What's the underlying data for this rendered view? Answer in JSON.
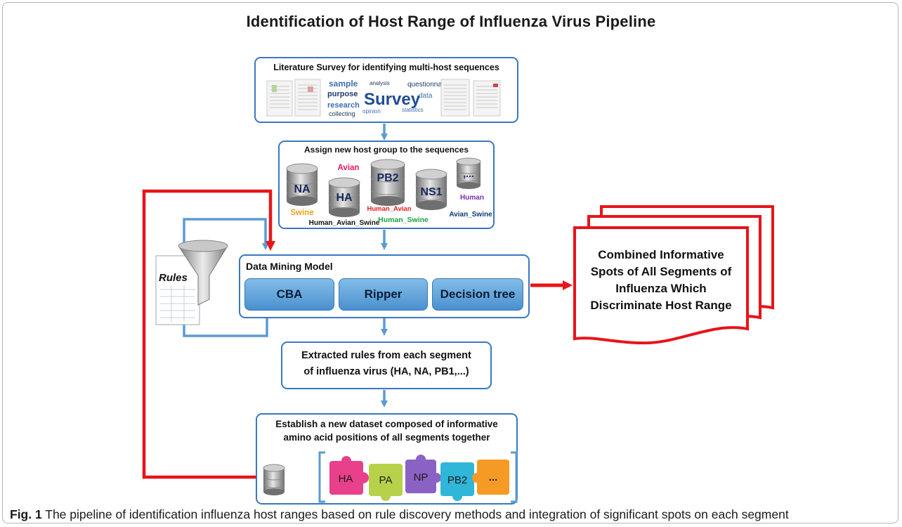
{
  "title": "Identification of Host Range of Influenza Virus Pipeline",
  "step1": {
    "label": "Literature Survey for identifying multi-host sequences",
    "image_word": "Survey",
    "cloud_words": [
      "sample",
      "purpose",
      "research",
      "questionnaire",
      "opinion",
      "statistics",
      "collecting",
      "analysis",
      "data"
    ]
  },
  "step2": {
    "label": "Assign new host group to the sequences",
    "databases": [
      "NA",
      "HA",
      "PB2",
      "NS1",
      ",..."
    ],
    "hosts": {
      "avian": "Avian",
      "swine": "Swine",
      "human_avian_swine": "Human_Avian_Swine",
      "human_avian": "Human_Avian",
      "human_swine": "Human_Swine",
      "human": "Human",
      "avian_swine": "Avian_Swine"
    }
  },
  "rules_icon_label": "Rules",
  "model": {
    "label": "Data Mining Model",
    "algorithms": [
      "CBA",
      "Ripper",
      "Decision tree"
    ]
  },
  "output_doc": {
    "lines": [
      "Combined Informative",
      "Spots of All Segments of",
      "Influenza Which",
      "Discriminate Host Range"
    ]
  },
  "step3": {
    "lines": [
      "Extracted rules from each segment",
      "of influenza virus (HA, NA, PB1,...)"
    ]
  },
  "step4": {
    "lines": [
      "Establish a new dataset composed of informative",
      "amino acid positions of all segments together"
    ],
    "puzzle_pieces": [
      "HA",
      "PA",
      "NP",
      "PB2",
      "..."
    ]
  },
  "caption": {
    "label": "Fig. 1",
    "text": " The pipeline of identification influenza host ranges based on rule discovery methods and integration of significant spots on each segment"
  },
  "colors": {
    "box_border": "#3a78bf",
    "arrow_blue": "#5b9bd5",
    "feedback_red": "#e8141a",
    "avian": "#e8175d",
    "swine": "#e8a317",
    "human_avian": "#e21b1b",
    "human_swine": "#1aa33a",
    "human": "#7a2fa8",
    "avian_swine": "#0b3a78",
    "db_label": "#16285c",
    "puzzle": [
      "#e8408a",
      "#b7d24a",
      "#8a62c4",
      "#30b6d8",
      "#f59a24"
    ]
  }
}
